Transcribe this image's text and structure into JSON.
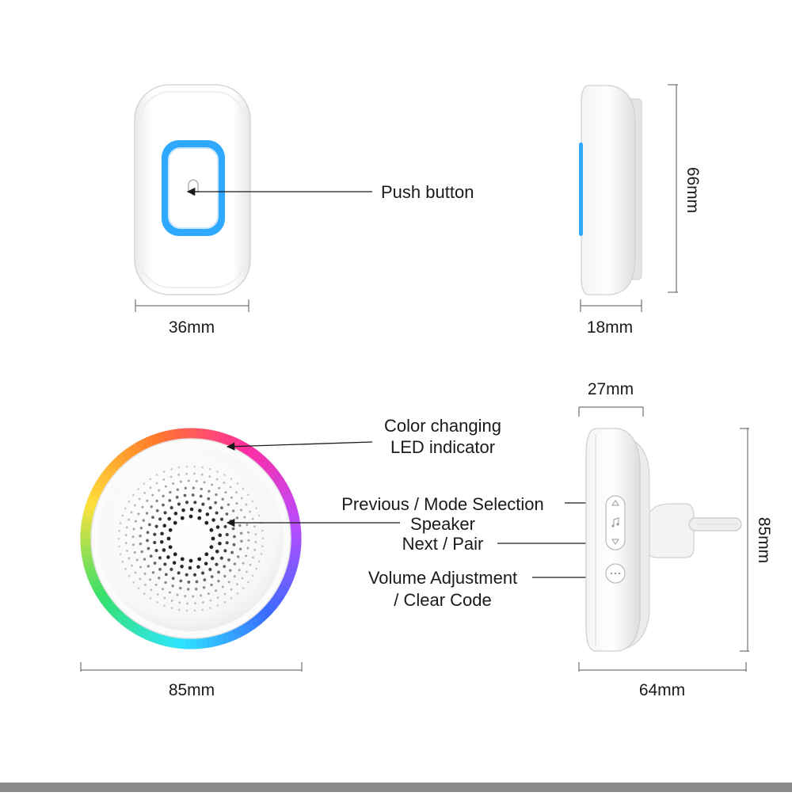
{
  "transmitter": {
    "callout": "Push button",
    "width_label": "36mm",
    "depth_label": "18mm",
    "height_label": "66mm"
  },
  "receiver": {
    "led_label_line1": "Color changing",
    "led_label_line2": "LED indicator",
    "prev_label": "Previous / Mode Selection",
    "speaker_label": "Speaker",
    "next_label": "Next / Pair",
    "volume_label_line1": "Volume Adjustment",
    "volume_label_line2": "/ Clear Code",
    "diameter_label": "85mm",
    "plug_depth_label": "27mm",
    "total_depth_label": "64mm",
    "height_label": "85mm"
  },
  "colors": {
    "ring_gradient": [
      "#ff2da0",
      "#b84cff",
      "#3a6bff",
      "#2ee6ff",
      "#35e06b",
      "#ffe03a",
      "#ff7a2a",
      "#ff2da0"
    ],
    "button_ring": "#2fa8ff",
    "label_text": "#1a1a1a",
    "footer_bar": "#8a8a8a"
  },
  "icons": [
    "bell-icon",
    "up-arrow-icon",
    "music-note-icon",
    "down-arrow-icon",
    "dots-icon"
  ]
}
